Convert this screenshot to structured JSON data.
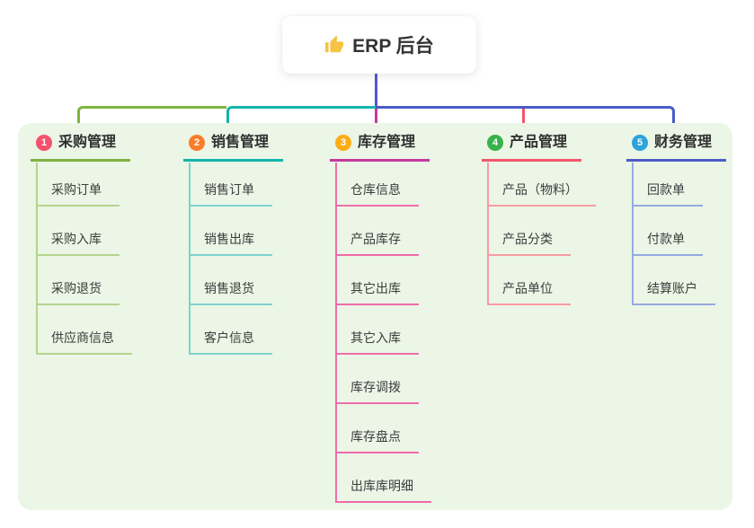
{
  "root": {
    "label": "ERP 后台",
    "icon": "thumbs-up-icon"
  },
  "colors": {
    "canvas_bg": "#ffffff",
    "panel_bg": "#ebf6e6",
    "root_line": "#4f58cd",
    "title_text": "#2f2f2f",
    "child_text": "#3c3c3c",
    "thumb_icon": "#f6c344"
  },
  "branches": [
    {
      "index": "1",
      "title": "采购管理",
      "badge_color": "#f4516c",
      "line_color": "#7fb33f",
      "child_line_color": "#b4d48d",
      "children": [
        "采购订单",
        "采购入库",
        "采购退货",
        "供应商信息"
      ]
    },
    {
      "index": "2",
      "title": "销售管理",
      "badge_color": "#fa7c2b",
      "line_color": "#12b5ab",
      "child_line_color": "#7fd2cb",
      "children": [
        "销售订单",
        "销售出库",
        "销售退货",
        "客户信息"
      ]
    },
    {
      "index": "3",
      "title": "库存管理",
      "badge_color": "#fbad17",
      "line_color": "#c43a9f",
      "child_line_color": "#f06cab",
      "children": [
        "仓库信息",
        "产品库存",
        "其它出库",
        "其它入库",
        "库存调拨",
        "库存盘点",
        "出库库明细"
      ]
    },
    {
      "index": "4",
      "title": "产品管理",
      "badge_color": "#38b24a",
      "line_color": "#f4566a",
      "child_line_color": "#f89ba2",
      "children": [
        "产品（物料）",
        "产品分类",
        "产品单位"
      ]
    },
    {
      "index": "5",
      "title": "财务管理",
      "badge_color": "#2ba3db",
      "line_color": "#4a5cc6",
      "child_line_color": "#97a9e2",
      "children": [
        "回款单",
        "付款单",
        "结算账户"
      ]
    }
  ]
}
